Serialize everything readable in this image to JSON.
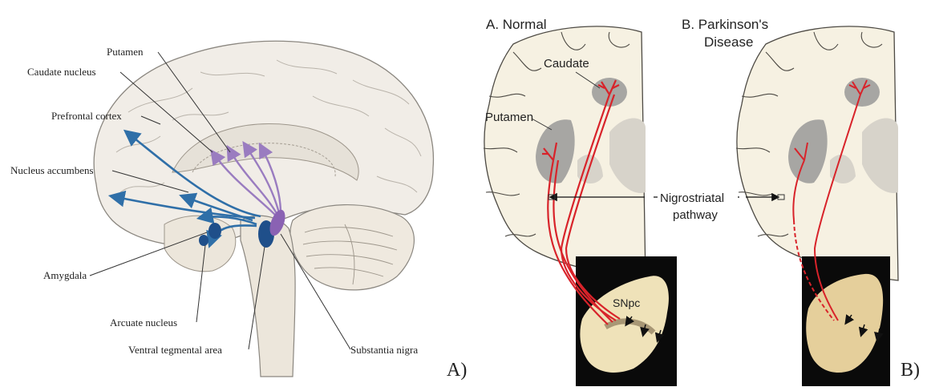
{
  "panel_a": {
    "labels": {
      "putamen": "Putamen",
      "caudate_nucleus": "Caudate nucleus",
      "prefrontal_cortex": "Prefrontal cortex",
      "nucleus_accumbens": "Nucleus accumbens",
      "amygdala": "Amygdala",
      "arcuate_nucleus": "Arcuate nucleus",
      "ventral_tegmental_area": "Ventral tegmental area",
      "substantia_nigra": "Substantia nigra"
    },
    "panel_letter": "A)"
  },
  "panel_b": {
    "normal_title": "A. Normal",
    "pd_title_line1": "B. Parkinson's",
    "pd_title_line2": "Disease",
    "caudate": "Caudate",
    "putamen": "Putamen",
    "pathway_line1": "Nigrostriatal",
    "pathway_line2": "pathway",
    "snpc": "SNpc",
    "panel_letter": "B)"
  },
  "colors": {
    "mesolimbic_pathway": "#2f6fa8",
    "nigrostriatal_pathway": "#9a7cc0",
    "dopamine_fiber": "#d8232a",
    "brain_tissue": "#f6f1e2",
    "nucleus_gray": "#a7a6a3"
  }
}
